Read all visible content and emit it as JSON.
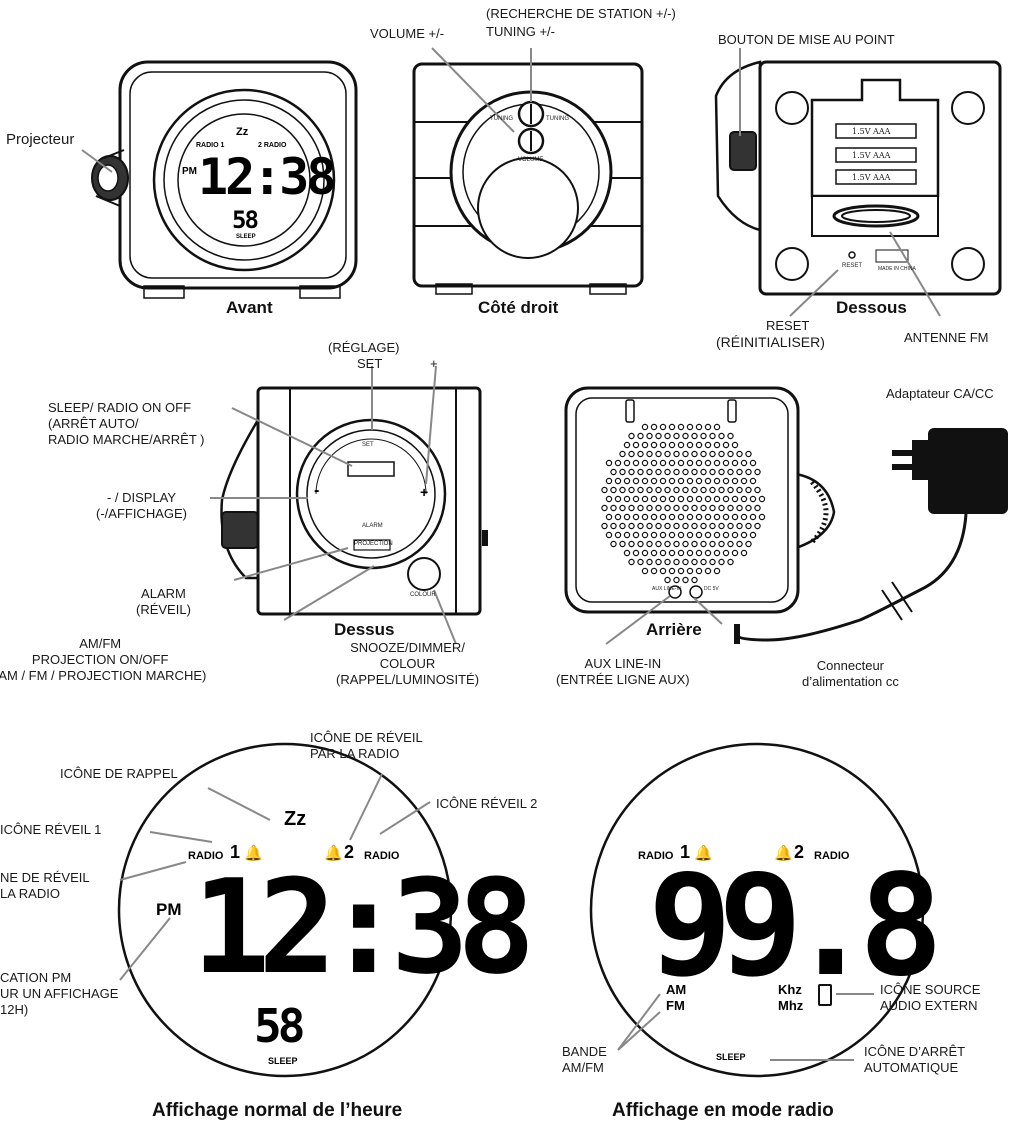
{
  "top_row": {
    "front": {
      "caption": "Avant",
      "projector_label": "Projecteur",
      "lcd": {
        "zz": "Zz",
        "radio1": "RADIO 1",
        "radio2": "2 RADIO",
        "pm": "PM",
        "time": "12:38",
        "sleep_num": "58",
        "sleep": "SLEEP"
      }
    },
    "right_side": {
      "caption": "Côté droit",
      "volume_label": "VOLUME +/-",
      "tuning_label_fr": "(RECHERCHE DE STATION +/-)",
      "tuning_label_en": "TUNING +/-",
      "knob_tuning_text": "TUNING",
      "knob_volume_text": "VOLUME"
    },
    "bottom": {
      "caption": "Dessous",
      "focus_label": "BOUTON DE MISE AU POINT",
      "battery_label": "1.5V AAA",
      "reset_small": "RESET",
      "reset_label_en": "RESET",
      "reset_label_fr": "(RÉINITIALISER)",
      "antenna_label": "ANTENNE FM",
      "made_in": "MADE IN CHINA"
    }
  },
  "middle_row": {
    "top_view": {
      "caption": "Dessus",
      "set_fr": "(RÉGLAGE)",
      "set_en": "SET",
      "plus_label": "+",
      "sleep_label": "SLEEP/ RADIO ON OFF\n(ARRÊT AUTO/\nRADIO MARCHE/ARRÊT )",
      "display_label": "- / DISPLAY\n(-/AFFICHAGE)",
      "alarm_label": "ALARM\n(RÉVEIL)",
      "amfm_label": "AM/FM\nPROJECTION ON/OFF\n(AM / FM / PROJECTION MARCHE)",
      "snooze_label": "SNOOZE/DIMMER/\nCOLOUR\n(RAPPEL/LUMINOSITÉ)",
      "btn_set": "SET",
      "btn_alarm": "ALARM",
      "btn_projection": "PROJECTION",
      "btn_colour": "COLOUR",
      "btn_plus": "+",
      "btn_minus": "-"
    },
    "back_view": {
      "caption": "Arrière",
      "aux_label": "AUX LINE-IN\n(ENTRÉE LIGNE AUX)",
      "adapter_label": "Adaptateur CA/CC",
      "dc_connector_label": "Connecteur\nd’alimentation cc",
      "aux_small": "AUX LINE-IN",
      "dc_small": "DC 5V"
    }
  },
  "bottom_row": {
    "normal_display": {
      "caption": "Affichage normal de l’heure",
      "snooze_icon_label": "ICÔNE DE RAPPEL",
      "radio_alarm_top_label": "ICÔNE DE RÉVEIL\nPAR LA RADIO",
      "alarm2_label": "ICÔNE RÉVEIL 2",
      "alarm1_label": "ICÔNE RÉVEIL 1",
      "radio_alarm_left_label": "NE DE RÉVEIL\nLA RADIO",
      "pm_indicator_label": "CATION PM\nUR UN AFFICHAGE\n12H)",
      "lcd": {
        "zz": "Zz",
        "radio1": "RADIO",
        "one": "1",
        "two": "2",
        "radio2": "RADIO",
        "pm": "PM",
        "time": "12:38",
        "sleep_num": "58",
        "sleep": "SLEEP"
      }
    },
    "radio_display": {
      "caption": "Affichage en mode radio",
      "band_label": "BANDE\nAM/FM",
      "ext_source_label": "ICÔNE SOURCE\nAUDIO EXTERN",
      "auto_off_label": "ICÔNE D’ARRÊT\nAUTOMATIQUE",
      "lcd": {
        "radio1": "RADIO",
        "one": "1",
        "two": "2",
        "radio2": "RADIO",
        "freq": "99.8",
        "am": "AM",
        "fm": "FM",
        "khz": "Khz",
        "mhz": "Mhz",
        "sleep": "SLEEP"
      }
    }
  }
}
